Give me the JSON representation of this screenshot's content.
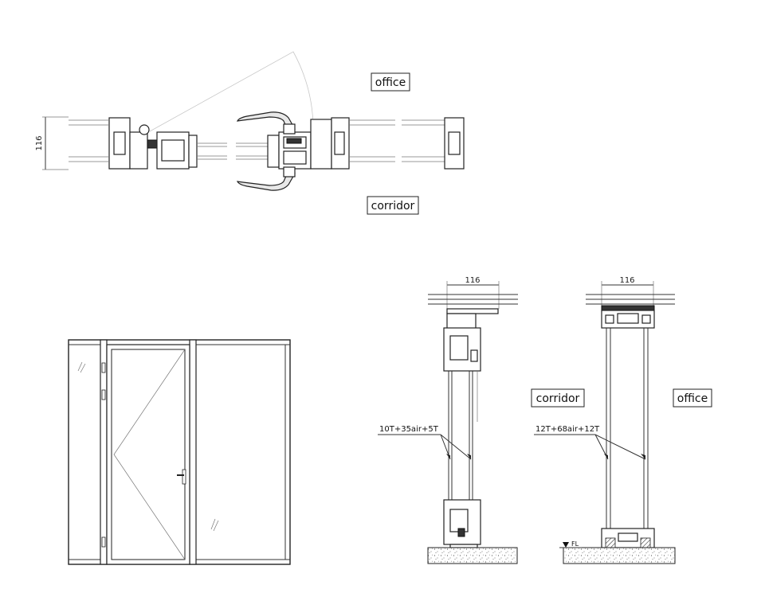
{
  "plan": {
    "label_office": "office",
    "label_corridor": "corridor",
    "dim_116": "116"
  },
  "section_left": {
    "dim_116": "116",
    "glass_spec": "10T+35air+5T",
    "label_corridor": "corridor"
  },
  "section_right": {
    "dim_116": "116",
    "glass_spec": "12T+68air+12T",
    "label_office": "office",
    "floor_level": "FL"
  },
  "colors": {
    "line": "#333333",
    "handle_fill": "#e8e8e8",
    "floor_hatch": "#555555"
  },
  "icons": [
    "door-handle-icon",
    "hinge-icon",
    "glass-reflection-icon",
    "floor-level-marker-icon"
  ]
}
